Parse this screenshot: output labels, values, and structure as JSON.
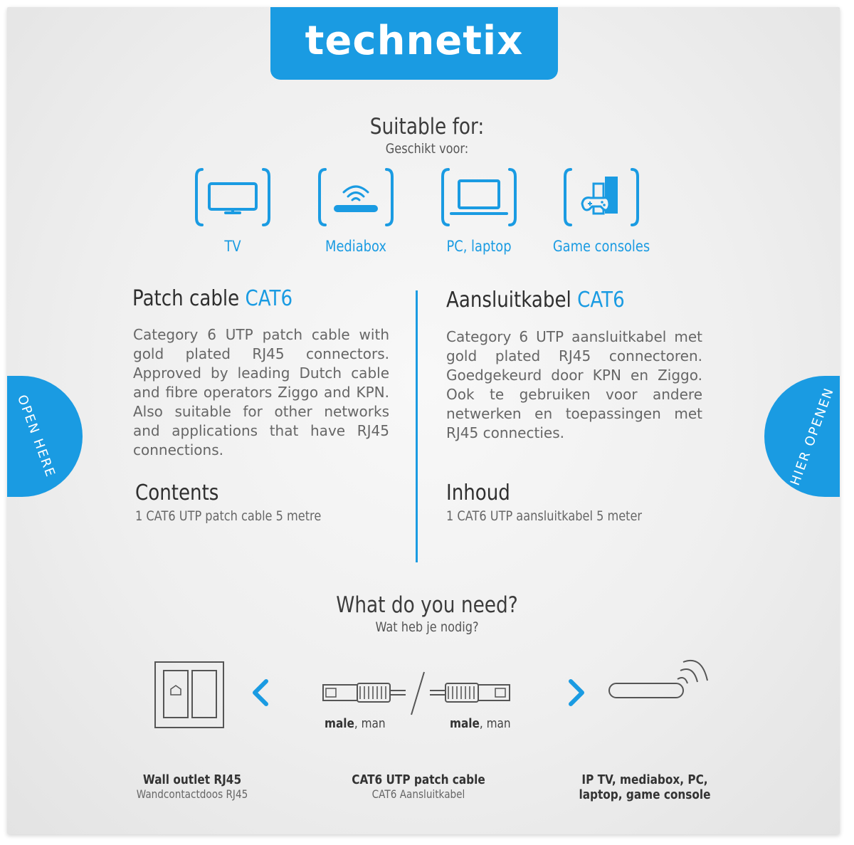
{
  "brand": {
    "logo": "technetix",
    "accent_color": "#1a9be2"
  },
  "suitable": {
    "title": "Suitable for:",
    "subtitle": "Geschikt voor:",
    "devices": [
      {
        "icon": "tv-icon",
        "label": "TV"
      },
      {
        "icon": "mediabox-icon",
        "label": "Mediabox"
      },
      {
        "icon": "laptop-icon",
        "label": "PC, laptop"
      },
      {
        "icon": "game-console-icon",
        "label": "Game consoles"
      }
    ]
  },
  "english": {
    "title": "Patch cable ",
    "title_accent": "CAT6",
    "body": "Category 6 UTP patch cable with gold plated RJ45 connectors. Approved by leading Dutch cable and fibre operators Ziggo and KPN. Also suitable for other networks and applications that have RJ45 connections.",
    "contents_title": "Contents",
    "contents_text": "1 CAT6 UTP patch cable 5 metre"
  },
  "dutch": {
    "title": "Aansluitkabel ",
    "title_accent": "CAT6",
    "body": "Category 6 UTP aansluitkabel met gold plated RJ45 connectoren. Goedgekeurd door KPN en Ziggo. Ook te gebruiken voor andere netwerken en toepassingen met RJ45 connecties.",
    "contents_title": "Inhoud",
    "contents_text": "1 CAT6 UTP aansluitkabel 5 meter"
  },
  "tabs": {
    "left": "OPEN HERE",
    "right": "HIER OPENEN"
  },
  "need": {
    "title": "What do you need?",
    "subtitle": "Wat heb je nodig?",
    "connector_left_bold": "male",
    "connector_left_rest": ", man",
    "connector_right_bold": "male",
    "connector_right_rest": ", man",
    "items": [
      {
        "label": "Wall outlet RJ45",
        "sub": "Wandcontactdoos RJ45"
      },
      {
        "label": "CAT6 UTP patch cable",
        "sub": "CAT6 Aansluitkabel"
      },
      {
        "label": "IP TV, mediabox, PC,",
        "label2": "laptop, game console"
      }
    ]
  }
}
